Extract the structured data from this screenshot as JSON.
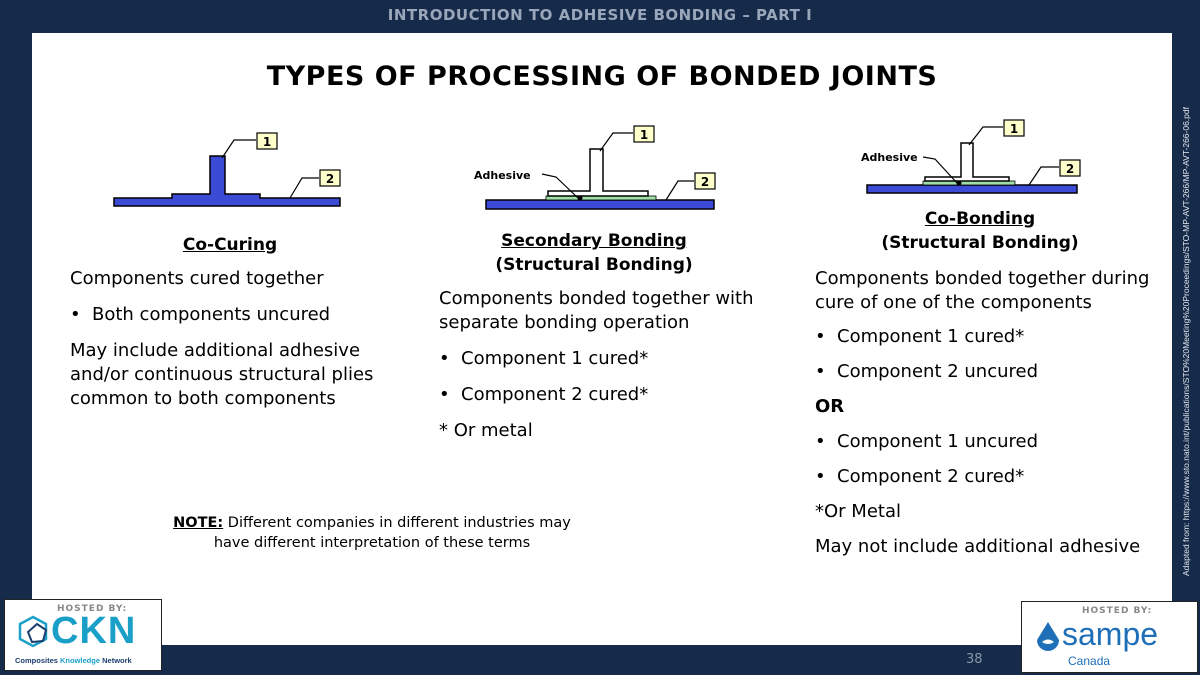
{
  "header": {
    "title": "INTRODUCTION TO ADHESIVE BONDING – PART I"
  },
  "slide": {
    "title": "TYPES OF PROCESSING OF BONDED JOINTS",
    "source_note": "Adapted from: https://www.sto.nato.int/publications/STO%20Meeting%20Proceedings/STO-MP-AVT-266/MP-AVT-266-06.pdf",
    "page_number": "38"
  },
  "diagrams": {
    "callout_1": "1",
    "callout_2": "2",
    "adhesive_label": "Adhesive"
  },
  "co_curing": {
    "heading": "Co-Curing",
    "lines": [
      "Components cured together",
      "Both components uncured",
      "May include additional adhesive and/or continuous structural plies common to both components"
    ]
  },
  "secondary_bonding": {
    "heading": "Secondary Bonding",
    "subheading": "(Structural Bonding)",
    "lines": [
      "Components bonded together with separate bonding operation",
      "Component 1 cured*",
      "Component 2 cured*",
      "* Or metal"
    ]
  },
  "co_bonding": {
    "heading": "Co-Bonding",
    "subheading": "(Structural Bonding)",
    "lines": [
      "Components bonded together during cure of one of the components",
      "Component 1 cured*",
      "Component 2 uncured",
      "OR",
      "Component 1 uncured",
      "Component 2 cured*",
      "*Or Metal",
      "May not include additional adhesive"
    ]
  },
  "note": {
    "label": "NOTE:",
    "text": " Different companies in different industries may have different interpretation of these terms"
  },
  "logos": {
    "left": {
      "hosted": "HOSTED BY:",
      "name": "CKN",
      "tagline_a": "Composites ",
      "tagline_b": "Knowledge",
      "tagline_c": " Network"
    },
    "right": {
      "hosted": "HOSTED BY:",
      "name": "sampe",
      "sub": "Canada"
    }
  },
  "colors": {
    "navy": "#162a4a",
    "part_fill": "#3c4bd6",
    "adhesive_fill": "#9fe0a8",
    "ckn_blue": "#1aa0c8",
    "sampe_blue": "#1e6fb8"
  }
}
